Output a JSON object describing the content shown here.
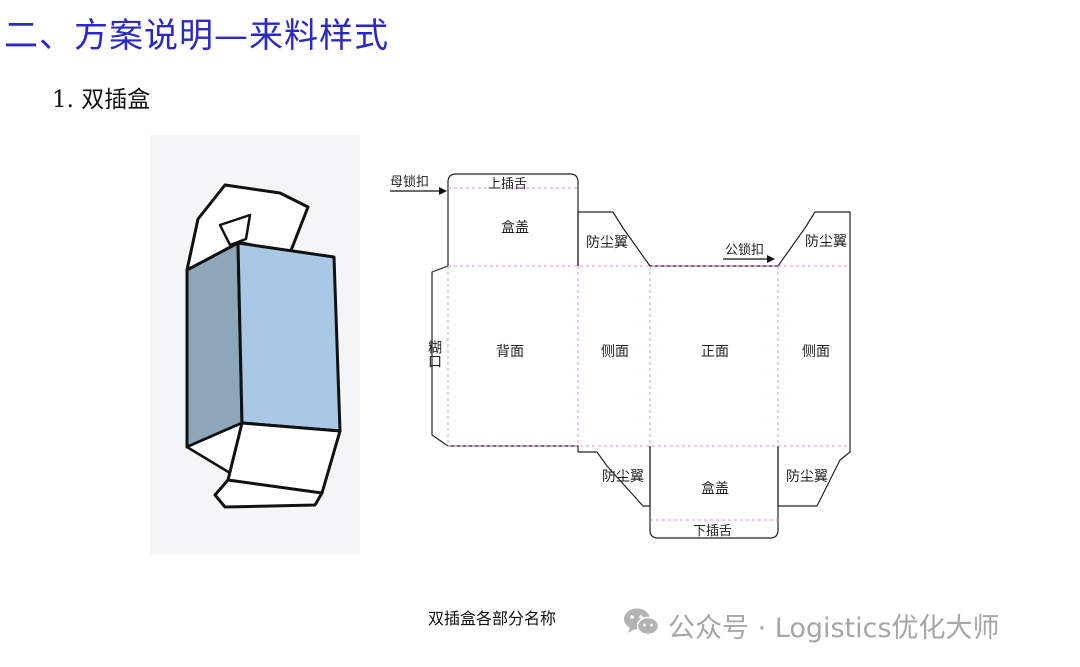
{
  "section_title": "二、方案说明—来料样式",
  "subsection_title": "1. 双插盒",
  "diagram": {
    "labels": {
      "mother_lock": "母锁扣",
      "top_tuck": "上插舌",
      "lid_top": "盒盖",
      "dust_flap_top_left": "防尘翼",
      "male_lock": "公锁扣",
      "dust_flap_top_right": "防尘翼",
      "glue_flap": "糊口",
      "back": "背面",
      "side_left": "侧面",
      "front": "正面",
      "side_right": "侧面",
      "dust_flap_bottom_left": "防尘翼",
      "lid_bottom": "盒盖",
      "dust_flap_bottom_right": "防尘翼",
      "bottom_tuck": "下插舌"
    }
  },
  "caption": "双插盒各部分名称",
  "watermark": {
    "text": "公众号 · Logistics优化大师",
    "icon": "wechat-icon"
  },
  "colors": {
    "title": "#2b28c8",
    "box_front": "#a9c8e5",
    "box_side": "#8da6b9",
    "fold_line": "#e58ae5",
    "watermark": "#a6a6a6"
  }
}
